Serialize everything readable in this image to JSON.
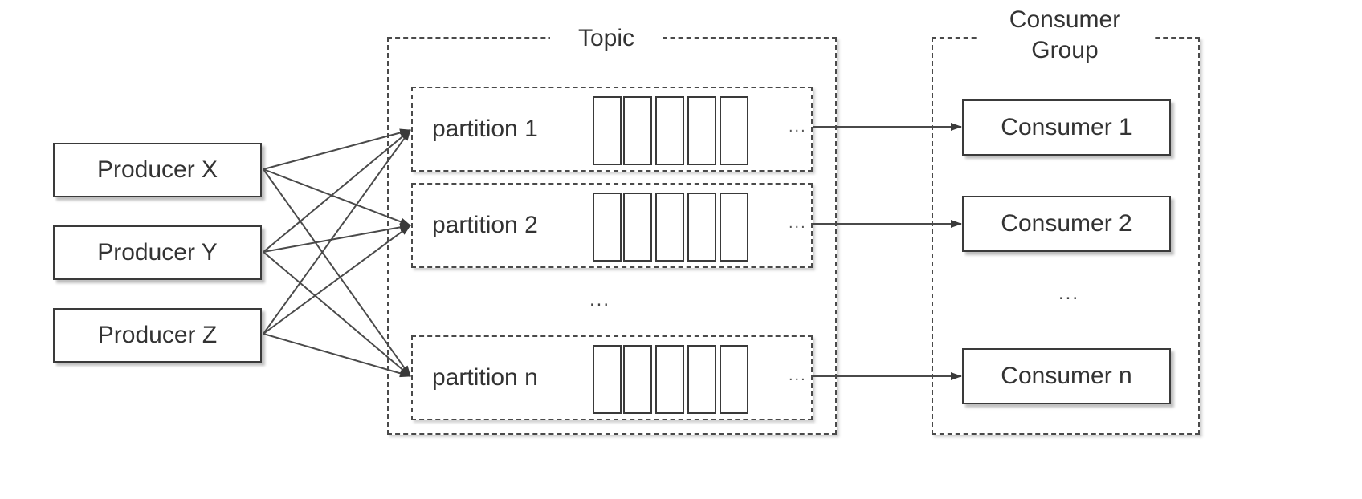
{
  "producers": [
    {
      "label": "Producer X"
    },
    {
      "label": "Producer Y"
    },
    {
      "label": "Producer Z"
    }
  ],
  "topic": {
    "title": "Topic",
    "partitions": [
      {
        "label": "partition 1",
        "ellipsis": "..."
      },
      {
        "label": "partition 2",
        "ellipsis": "..."
      },
      {
        "label": "partition n",
        "ellipsis": "..."
      }
    ],
    "middle_ellipsis": "..."
  },
  "consumer_group": {
    "title_line1": "Consumer",
    "title_line2": "Group",
    "consumers": [
      {
        "label": "Consumer 1"
      },
      {
        "label": "Consumer 2"
      },
      {
        "label": "Consumer n"
      }
    ],
    "middle_ellipsis": "..."
  }
}
